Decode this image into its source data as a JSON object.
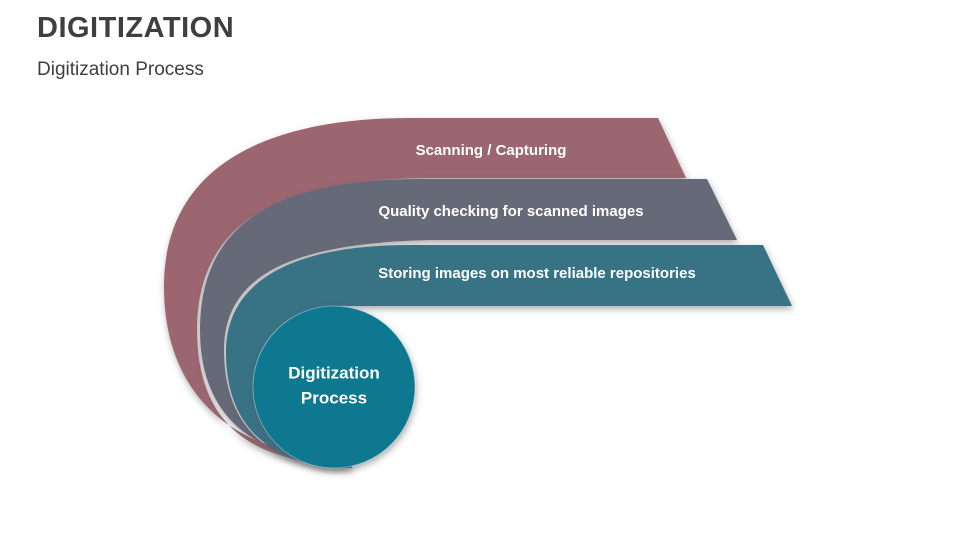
{
  "header": {
    "title": "DIGITIZATION",
    "subtitle": "Digitization Process"
  },
  "diagram": {
    "bands": [
      {
        "label": "Scanning / Capturing",
        "color": "#9C6670"
      },
      {
        "label": "Quality checking for scanned images",
        "color": "#666B78"
      },
      {
        "label": "Storing images on most reliable repositories",
        "color": "#387285"
      }
    ],
    "center_circle": {
      "lines": [
        "Digitization",
        "Process"
      ],
      "color": "#087890"
    },
    "label_color": "#FFFFFF",
    "title_color": "#3F3F3F",
    "background_color": "#FFFFFF"
  }
}
